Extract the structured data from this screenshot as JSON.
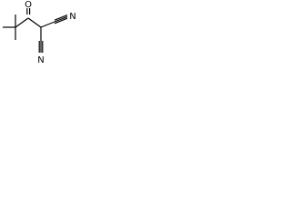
{
  "molecule": {
    "atoms": {
      "carbonyl_oxygen": "O",
      "nitrile_n_upper": "N",
      "nitrile_n_lower": "N"
    }
  }
}
